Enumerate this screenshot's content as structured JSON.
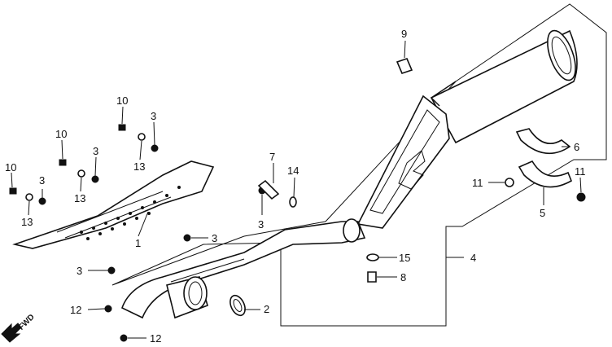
{
  "diagram": {
    "fwd_label": "FWD",
    "callouts": {
      "c1": "1",
      "c2": "2",
      "c3a": "3",
      "c3b": "3",
      "c3c": "3",
      "c3d": "3",
      "c3e": "3",
      "c3f": "3",
      "c4": "4",
      "c5": "5",
      "c6": "6",
      "c7": "7",
      "c8": "8",
      "c9": "9",
      "c10a": "10",
      "c10b": "10",
      "c10c": "10",
      "c11a": "11",
      "c11b": "11",
      "c12a": "12",
      "c12b": "12",
      "c13a": "13",
      "c13b": "13",
      "c13c": "13",
      "c14": "14",
      "c15": "15"
    }
  }
}
